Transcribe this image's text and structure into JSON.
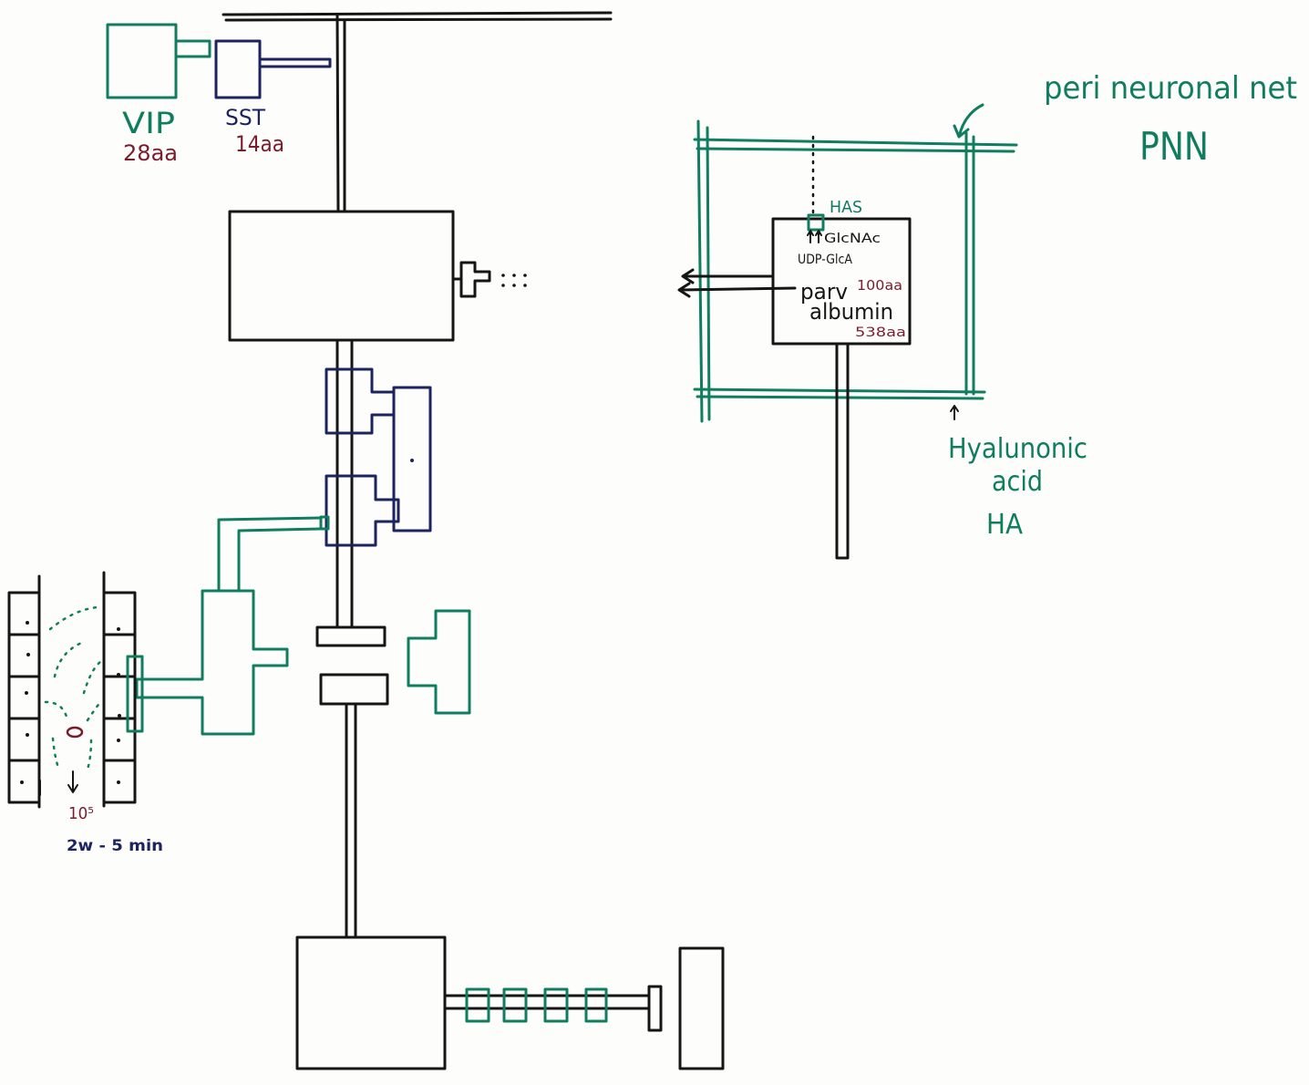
{
  "labels": {
    "vip": {
      "name": "VIP",
      "length": "28aa"
    },
    "sst": {
      "name": "SST",
      "length": "14aa"
    },
    "pnn": {
      "title": "peri neuronal net",
      "abbr": "PNN"
    },
    "has": "HAS",
    "glcnac": "GlcNAc",
    "udp_glca": "UDP-GlcA",
    "parvalbumin": {
      "line1": "parv",
      "line2": "albumin",
      "length1": "100aa",
      "length2": "538aa"
    },
    "hyaluronic": {
      "line1": "Hyalunonic",
      "line2": "acid",
      "abbr": "HA"
    },
    "release": {
      "count": "10⁵",
      "time": "2w - 5 min"
    }
  },
  "colors": {
    "ink": "#151515",
    "green": "#0f7d5e",
    "navy": "#1c2460",
    "red": "#7b1c2c"
  }
}
